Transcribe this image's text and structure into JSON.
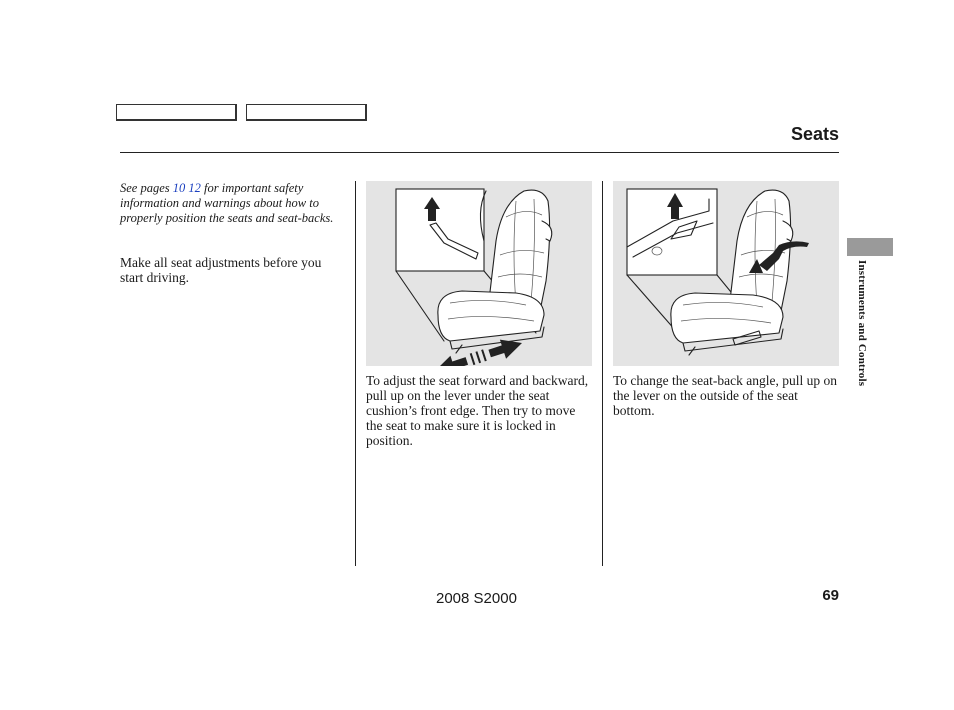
{
  "nav": {
    "button1_label": "",
    "button2_label": ""
  },
  "header": {
    "title": "Seats"
  },
  "note": {
    "prefix": "See pages ",
    "link1": "10",
    "link2": "12",
    "suffix": " for important safety information and warnings about how to properly position the seats and seat-backs."
  },
  "intro": "Make all seat adjustments before you start driving.",
  "figures": [
    {
      "caption": "To adjust the seat forward and backward, pull up on the lever under the seat cushion’s front edge. Then try to move the seat to make sure it is locked in position."
    },
    {
      "caption": "To change the seat-back angle, pull up on the lever on the outside of the seat bottom."
    }
  ],
  "side_tab": "Instruments and Controls",
  "footer": {
    "model": "2008  S2000",
    "page": "69"
  },
  "colors": {
    "link": "#1a3fbf",
    "figure_bg": "#e4e4e4",
    "tab": "#9a9a9a"
  }
}
